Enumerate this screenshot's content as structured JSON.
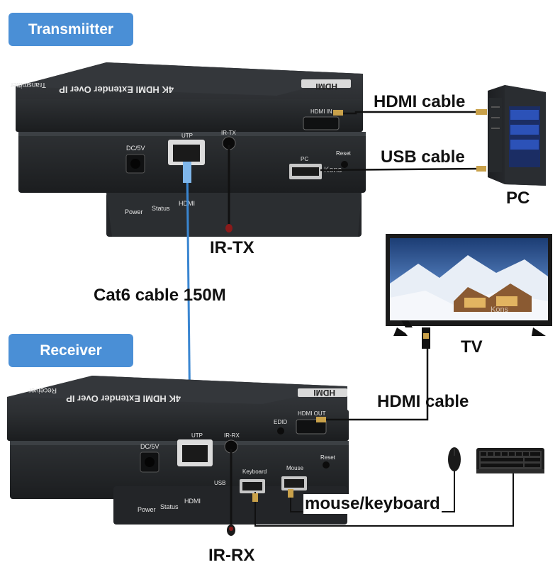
{
  "badges": {
    "transmitter": "Transmiitter",
    "receiver": "Receiver"
  },
  "labels": {
    "hdmi_cable_top": "HDMI cable",
    "usb_cable": "USB cable",
    "pc": "PC",
    "ir_tx": "IR-TX",
    "cat6": "Cat6 cable 150M",
    "tv": "TV",
    "hdmi_cable_bottom": "HDMI cable",
    "mouse_keyboard": "mouse/keyboard",
    "ir_rx": "IR-RX"
  },
  "transmitter_unit": {
    "top_face_text": "4K HDMI Extender Over IP",
    "side_text": "Transmitter",
    "hdmi_logo": "HDMI",
    "hdmi_port": "HDMI IN",
    "dc_port": "DC/5V",
    "utp_port": "UTP",
    "ir_port": "IR-TX",
    "pc_port": "PC",
    "reset": "Reset",
    "leds": [
      "Power",
      "Status",
      "HDMI"
    ],
    "watermark": "Kons"
  },
  "receiver_unit": {
    "top_face_text": "4K HDMI Extender Over IP",
    "side_text": "Receiver",
    "hdmi_logo": "HDMI",
    "edid": "EDID",
    "hdmi_port": "HDMI OUT",
    "dc_port": "DC/5V",
    "utp_port": "UTP",
    "ir_port": "IR-RX",
    "keyboard_port": "Keyboard",
    "mouse_port": "Mouse",
    "reset": "Reset",
    "usb": "USB",
    "leds": [
      "Power",
      "Status",
      "HDMI"
    ]
  },
  "tv_watermark": "Kons",
  "colors": {
    "badge": "#4a8fd6",
    "device": "#2a2d30",
    "cat6_cable": "#3a86d1",
    "tv_frame": "#1a1a1a"
  }
}
